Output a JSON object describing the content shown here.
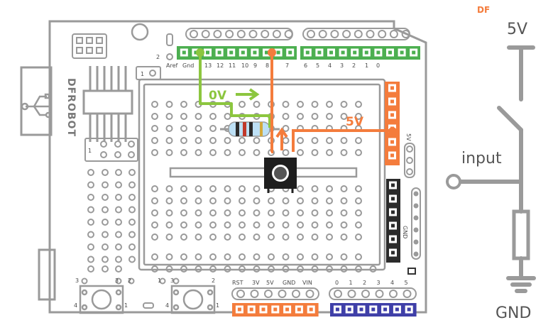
{
  "board": {
    "brand": "DFROBOT",
    "top_digital_pins": [
      "Aref",
      "Gnd",
      "13",
      "12",
      "11",
      "10",
      "9",
      "8",
      "7",
      "6",
      "5",
      "4",
      "3",
      "2",
      "1",
      "0"
    ],
    "power_labels": [
      "RST",
      "3V",
      "5V",
      "GND",
      "VIN"
    ],
    "analog_labels": [
      "0",
      "1",
      "2",
      "3",
      "4",
      "5"
    ],
    "side_labels": {
      "v5": "5V",
      "gnd": "GND"
    },
    "button_left_nums": {
      "tl": "3",
      "tr": "3",
      "tr2": "2",
      "bl": "4",
      "br": "1"
    },
    "button_right_nums": {
      "tl": "1",
      "tl2": "3",
      "tr": "2",
      "bl": "4",
      "br": "1"
    },
    "small_labels": {
      "pin2": "2",
      "conn1": "1",
      "conn_bottom": "1"
    }
  },
  "annotations": {
    "zero_v": "0V",
    "five_v": "5V",
    "corner_tag": "DF"
  },
  "schematic": {
    "supply": "5V",
    "input": "input",
    "ground": "GND"
  },
  "colors": {
    "board_outline": "#9a9a9a",
    "green_wire": "#8cc63f",
    "orange_wire": "#f47c3c",
    "green_header": "#4caf50",
    "orange_header": "#f47c3c",
    "blue_header": "#3f3fa8",
    "schematic": "#9a9a9a"
  }
}
